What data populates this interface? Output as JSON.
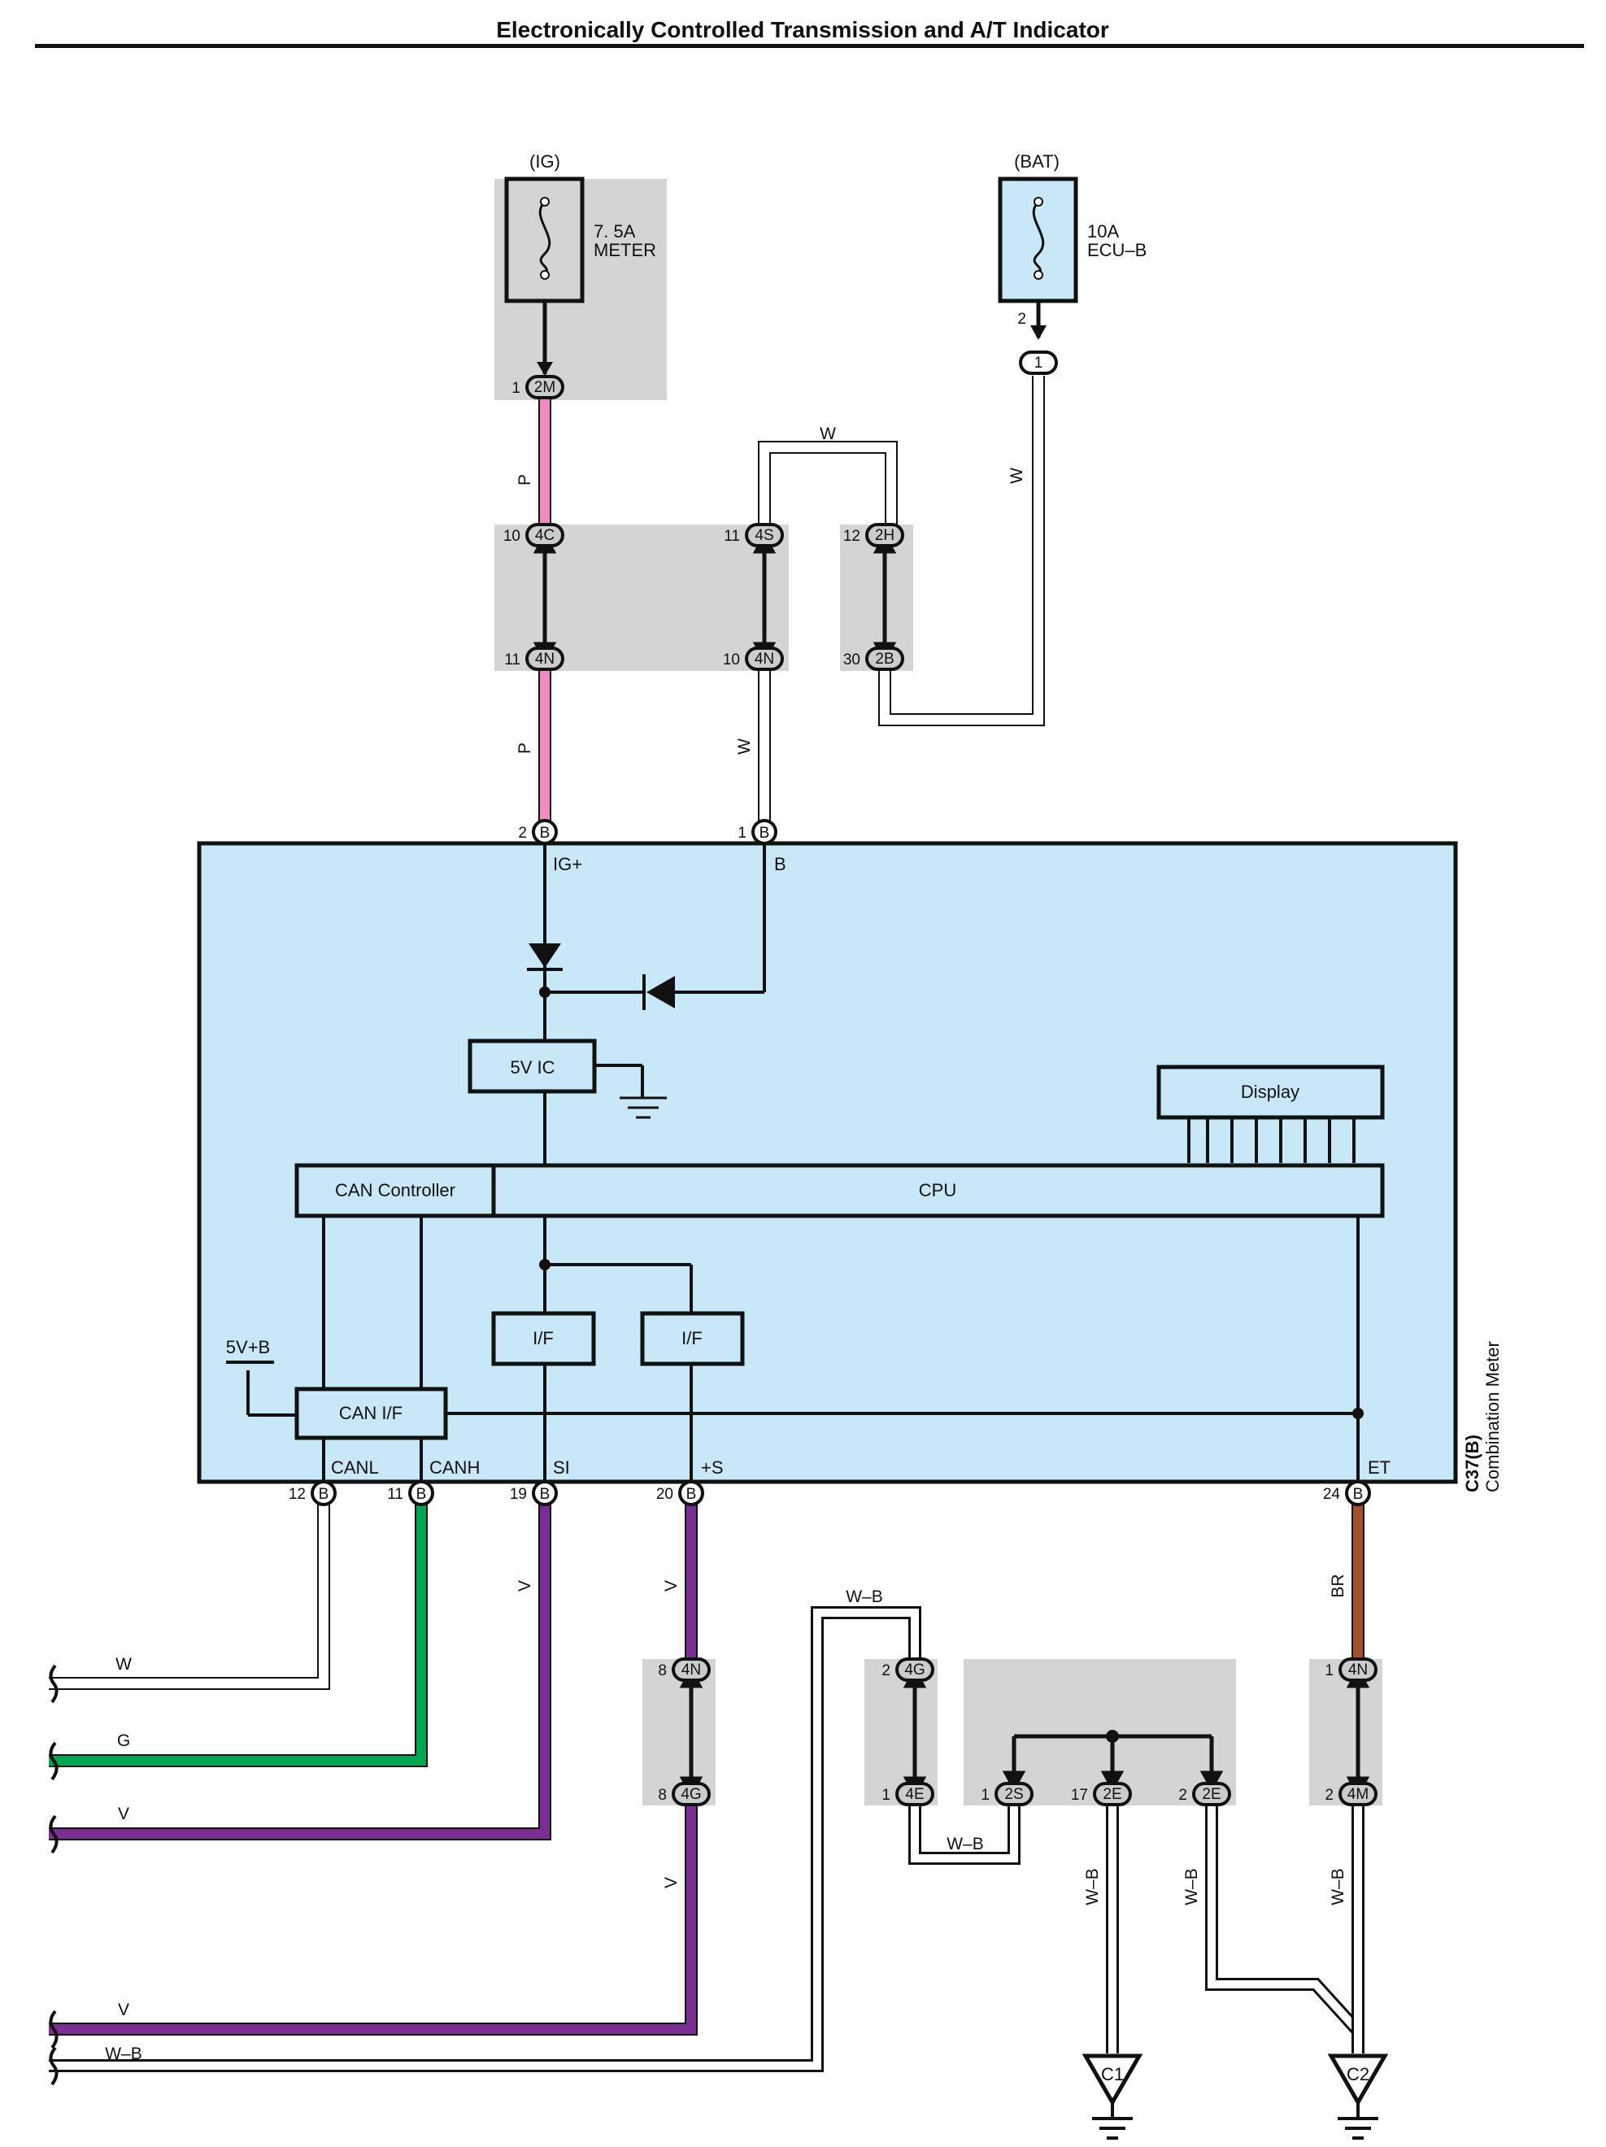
{
  "title": "Electronically Controlled Transmission and A/T Indicator",
  "colors": {
    "meter_fill": "#c8e8f8",
    "junction_fill": "#d4d4d6",
    "pink": "#f28cc0",
    "green": "#00a651",
    "purple": "#7a2e91",
    "brown": "#a0522d",
    "white_wire": "#ffffff",
    "black": "#111111"
  },
  "fuses": {
    "ig": {
      "supply": "(IG)",
      "rating": "7. 5A",
      "name": "METER"
    },
    "bat": {
      "supply": "(BAT)",
      "rating": "10A",
      "name": "ECU–B"
    }
  },
  "connectors": {
    "c2m": {
      "pin": "1",
      "code": "2M"
    },
    "c4c": {
      "pin": "10",
      "code": "4C"
    },
    "c4s": {
      "pin": "11",
      "code": "4S"
    },
    "c2h": {
      "pin": "12",
      "code": "2H"
    },
    "c4n_left": {
      "pin": "11",
      "code": "4N"
    },
    "c4n_mid": {
      "pin": "10",
      "code": "4N"
    },
    "c2b": {
      "pin": "30",
      "code": "2B"
    },
    "c1_bat": {
      "pin": "2",
      "code": "1"
    },
    "b_ig": {
      "pin": "2",
      "code": "B"
    },
    "b_bat": {
      "pin": "1",
      "code": "B"
    },
    "b_canl": {
      "pin": "12",
      "code": "B"
    },
    "b_canh": {
      "pin": "11",
      "code": "B"
    },
    "b_si": {
      "pin": "19",
      "code": "B"
    },
    "b_s": {
      "pin": "20",
      "code": "B"
    },
    "b_et": {
      "pin": "24",
      "code": "B"
    },
    "c4n_si": {
      "pin": "8",
      "code": "4N"
    },
    "c4g_si": {
      "pin": "8",
      "code": "4G"
    },
    "c4g_wb": {
      "pin": "2",
      "code": "4G"
    },
    "c4e": {
      "pin": "1",
      "code": "4E"
    },
    "c2s": {
      "pin": "1",
      "code": "2S"
    },
    "c2e_17": {
      "pin": "17",
      "code": "2E"
    },
    "c2e_2": {
      "pin": "2",
      "code": "2E"
    },
    "c4n_et": {
      "pin": "1",
      "code": "4N"
    },
    "c4m": {
      "pin": "2",
      "code": "4M"
    }
  },
  "meter": {
    "ig_label": "IG+",
    "b_label": "B",
    "ic_label": "5V IC",
    "display_label": "Display",
    "can_controller_label": "CAN Controller",
    "cpu_label": "CPU",
    "if1_label": "I/F",
    "if2_label": "I/F",
    "supply_label": "5V+B",
    "can_if_label": "CAN I/F",
    "canl_label": "CANL",
    "canh_label": "CANH",
    "si_label": "SI",
    "s_label": "+S",
    "et_label": "ET",
    "part_code": "C37(B)",
    "part_name": "Combination Meter"
  },
  "wires": {
    "p_upper": "P",
    "p_lower": "P",
    "w_bridge": "W",
    "w_bat": "W",
    "w_mid": "W",
    "v_si": "V",
    "v_s": "V",
    "br_et": "BR",
    "wb_top": "W–B",
    "wb_mid": "W–B",
    "v_lower": "V",
    "wb_c1": "W–B",
    "wb_2e": "W–B",
    "wb_c2": "W–B"
  },
  "left_ends": {
    "w": "W",
    "g": "G",
    "v1": "V",
    "v2": "V",
    "wb": "W–B"
  },
  "grounds": {
    "c1": "C1",
    "c2": "C2"
  }
}
